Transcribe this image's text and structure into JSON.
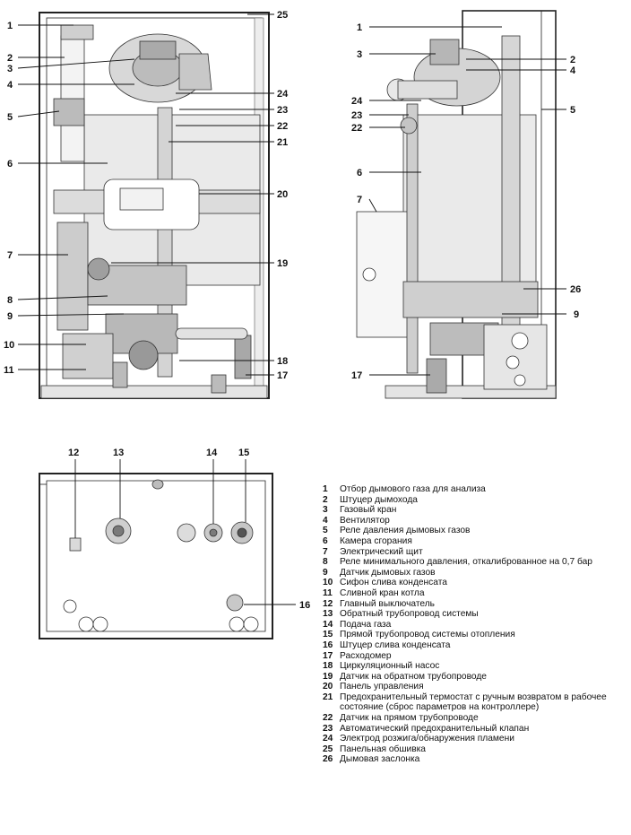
{
  "callouts_front": [
    {
      "label": "1"
    },
    {
      "label": "2"
    },
    {
      "label": "3"
    },
    {
      "label": "4"
    },
    {
      "label": "5"
    },
    {
      "label": "6"
    },
    {
      "label": "7"
    },
    {
      "label": "8"
    },
    {
      "label": "9"
    },
    {
      "label": "10"
    },
    {
      "label": "11"
    },
    {
      "label": "25"
    },
    {
      "label": "24"
    },
    {
      "label": "23"
    },
    {
      "label": "22"
    },
    {
      "label": "21"
    },
    {
      "label": "20"
    },
    {
      "label": "19"
    },
    {
      "label": "18"
    },
    {
      "label": "17"
    }
  ],
  "callouts_side": [
    {
      "label": "1"
    },
    {
      "label": "3"
    },
    {
      "label": "2"
    },
    {
      "label": "4"
    },
    {
      "label": "24"
    },
    {
      "label": "23"
    },
    {
      "label": "22"
    },
    {
      "label": "5"
    },
    {
      "label": "6"
    },
    {
      "label": "7"
    },
    {
      "label": "26"
    },
    {
      "label": "9"
    },
    {
      "label": "17"
    }
  ],
  "callouts_bottom": [
    {
      "label": "12"
    },
    {
      "label": "13"
    },
    {
      "label": "14"
    },
    {
      "label": "15"
    },
    {
      "label": "16"
    }
  ],
  "legend": [
    {
      "num": "1",
      "text": "Отбор дымового газа для анализа"
    },
    {
      "num": "2",
      "text": "Штуцер дымохода"
    },
    {
      "num": "3",
      "text": "Газовый кран"
    },
    {
      "num": "4",
      "text": "Вентилятор"
    },
    {
      "num": "5",
      "text": "Реле давления дымовых газов"
    },
    {
      "num": "6",
      "text": "Камера сгорания"
    },
    {
      "num": "7",
      "text": "Электрический щит"
    },
    {
      "num": "8",
      "text": "Реле минимального давления, откалиброванное на 0,7 бар"
    },
    {
      "num": "9",
      "text": "Датчик дымовых газов"
    },
    {
      "num": "10",
      "text": "Сифон слива конденсата"
    },
    {
      "num": "11",
      "text": "Сливной кран котла"
    },
    {
      "num": "12",
      "text": "Главный выключатель"
    },
    {
      "num": "13",
      "text": "Обратный трубопровод системы"
    },
    {
      "num": "14",
      "text": "Подача газа"
    },
    {
      "num": "15",
      "text": "Прямой трубопровод системы отопления"
    },
    {
      "num": "16",
      "text": "Штуцер слива конденсата"
    },
    {
      "num": "17",
      "text": "Расходомер"
    },
    {
      "num": "18",
      "text": "Циркуляционный насос"
    },
    {
      "num": "19",
      "text": "Датчик на обратном трубопроводе"
    },
    {
      "num": "20",
      "text": "Панель управления"
    },
    {
      "num": "21",
      "text": "Предохранительный термостат с ручным возвратом в рабочее состояние (сброс параметров на контроллере)"
    },
    {
      "num": "22",
      "text": "Датчик на прямом трубопроводе"
    },
    {
      "num": "23",
      "text": "Автоматический предохранительный клапан"
    },
    {
      "num": "24",
      "text": "Электрод розжига/обнаружения пламени"
    },
    {
      "num": "25",
      "text": "Панельная обшивка"
    },
    {
      "num": "26",
      "text": "Дымовая заслонка"
    }
  ]
}
